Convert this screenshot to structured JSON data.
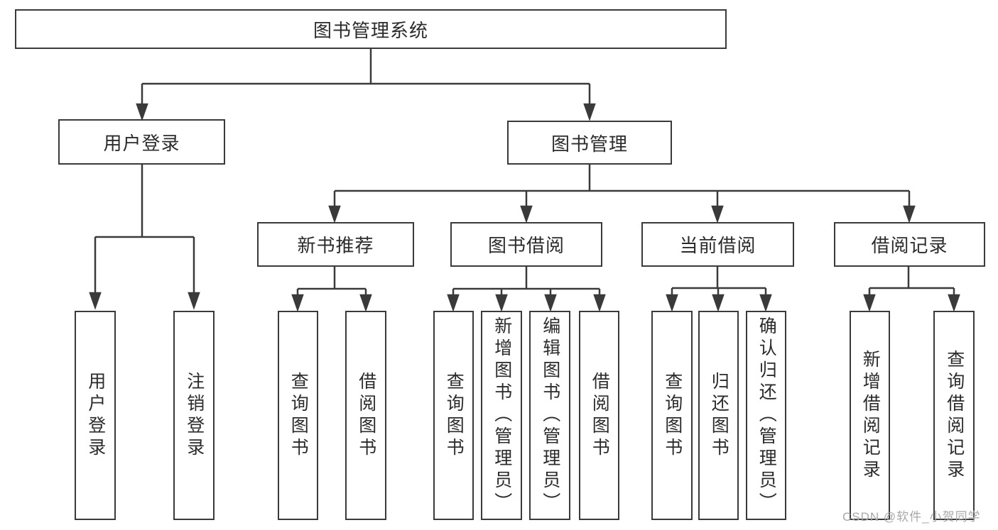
{
  "diagram": {
    "root": {
      "label": "图书管理系统"
    },
    "level2": [
      {
        "label": "用户登录"
      },
      {
        "label": "图书管理"
      }
    ],
    "level3": [
      {
        "label": "新书推荐"
      },
      {
        "label": "图书借阅"
      },
      {
        "label": "当前借阅"
      },
      {
        "label": "借阅记录"
      }
    ],
    "leaves": [
      {
        "label": "用户登录"
      },
      {
        "label": "注销登录"
      },
      {
        "label": "查询图书"
      },
      {
        "label": "借阅图书"
      },
      {
        "label": "查询图书"
      },
      {
        "label": "新增图书（管理员）"
      },
      {
        "label": "编辑图书（管理员）"
      },
      {
        "label": "借阅图书"
      },
      {
        "label": "查询图书"
      },
      {
        "label": "归还图书"
      },
      {
        "label": "确认归还（管理员）"
      },
      {
        "label": "新增借阅记录"
      },
      {
        "label": "查询借阅记录"
      }
    ],
    "watermark": "CSDN @软件_小贺同学",
    "colors": {
      "line": "#3a3a3a",
      "text": "#2b2b2b",
      "watermark": "#a8a8a8",
      "background": "#ffffff"
    }
  }
}
